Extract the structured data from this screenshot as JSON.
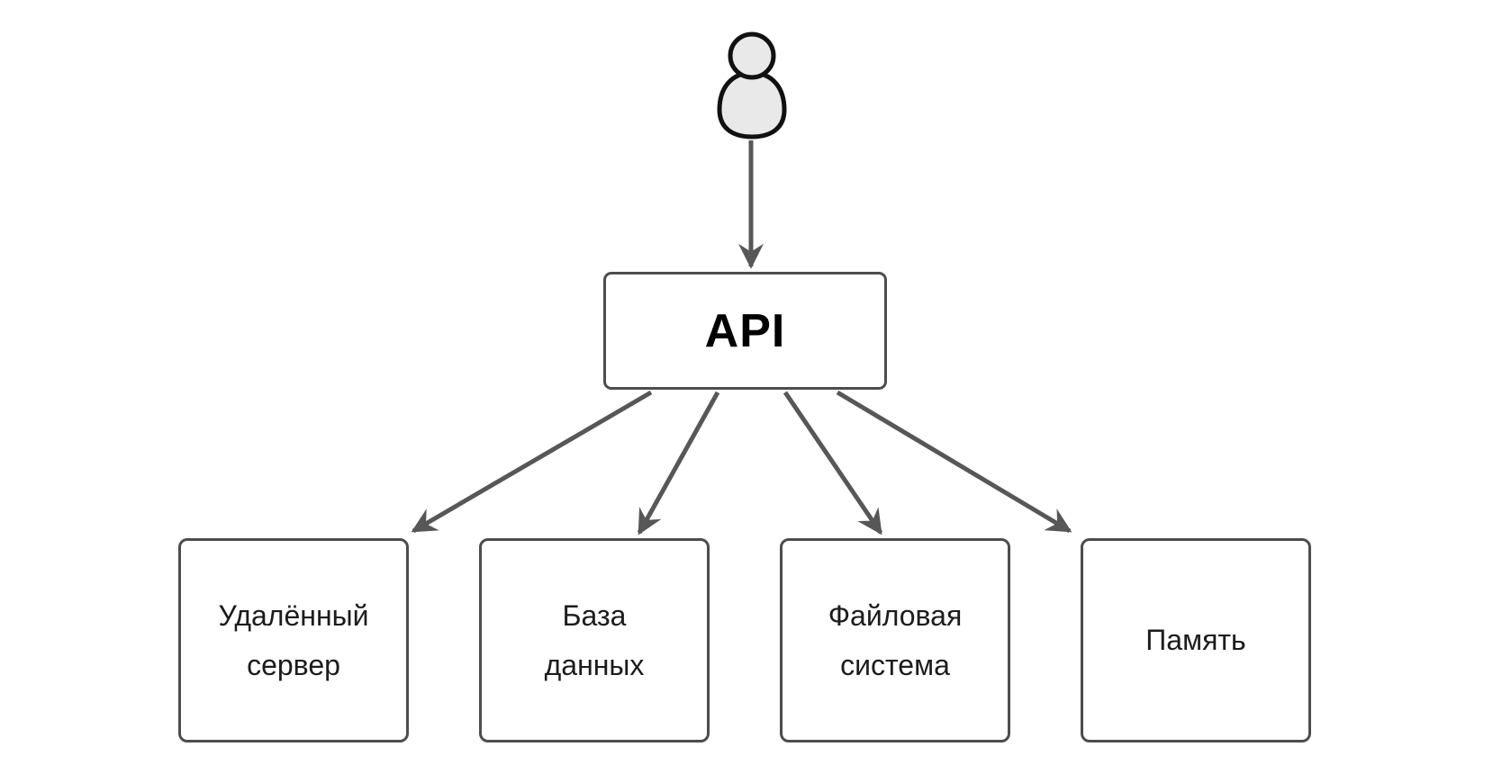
{
  "diagram": {
    "nodes": {
      "actor": {
        "icon": "person-icon"
      },
      "api": {
        "id": "api",
        "label": "API"
      },
      "children": [
        {
          "id": "remote-server",
          "lines": [
            "Удалённый",
            "сервер"
          ]
        },
        {
          "id": "database",
          "lines": [
            "База",
            "данных"
          ]
        },
        {
          "id": "file-system",
          "lines": [
            "Файловая",
            "система"
          ]
        },
        {
          "id": "memory",
          "lines": [
            "Память"
          ]
        }
      ]
    },
    "edges": [
      {
        "from": "actor",
        "to": "api"
      },
      {
        "from": "api",
        "to": "remote-server"
      },
      {
        "from": "api",
        "to": "database"
      },
      {
        "from": "api",
        "to": "file-system"
      },
      {
        "from": "api",
        "to": "memory"
      }
    ]
  },
  "colors": {
    "background": "#ffffff",
    "edge": "#575757",
    "node_border": "#4d4d4d",
    "node_fill": "#ffffff",
    "actor_fill": "#e9e9e9",
    "actor_stroke": "#111111",
    "api_text": "#000000",
    "label_text": "#1c1c1c"
  }
}
